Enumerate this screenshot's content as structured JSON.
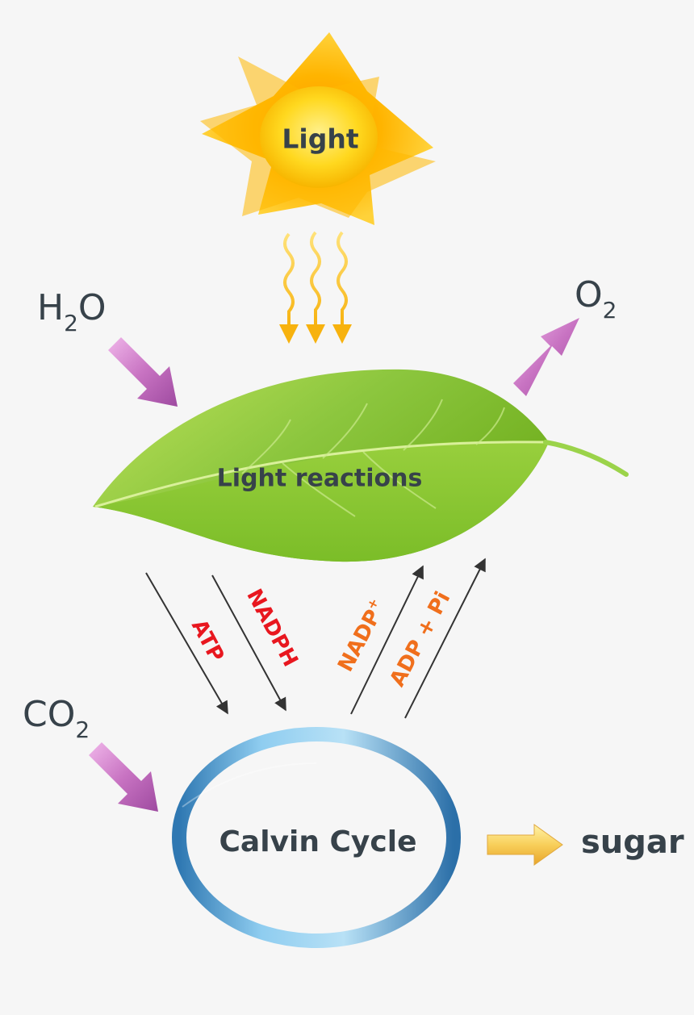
{
  "diagram": {
    "sun_label": "Light",
    "leaf_label": "Light reactions",
    "cycle_label": "Calvin Cycle",
    "h2o": {
      "main": "H",
      "sub": "2",
      "tail": "O"
    },
    "o2": {
      "main": "O",
      "sub": "2"
    },
    "co2": {
      "main": "CO",
      "sub": "2"
    },
    "sugar_label": "sugar",
    "atp_label": "ATP",
    "nadph_label": "NADPH",
    "nadp_label": "NADP",
    "nadp_sup": "+",
    "adp_label": "ADP + Pi"
  },
  "colors": {
    "background": "#f6f6f6",
    "text": "#37424a",
    "red_label": "#e8171f",
    "orange_label": "#f06f1c",
    "pink_arrow": "#c873c2",
    "sun": "#f9c200",
    "leaf": "#8cc63e",
    "cycle": "#5ba6d6"
  }
}
